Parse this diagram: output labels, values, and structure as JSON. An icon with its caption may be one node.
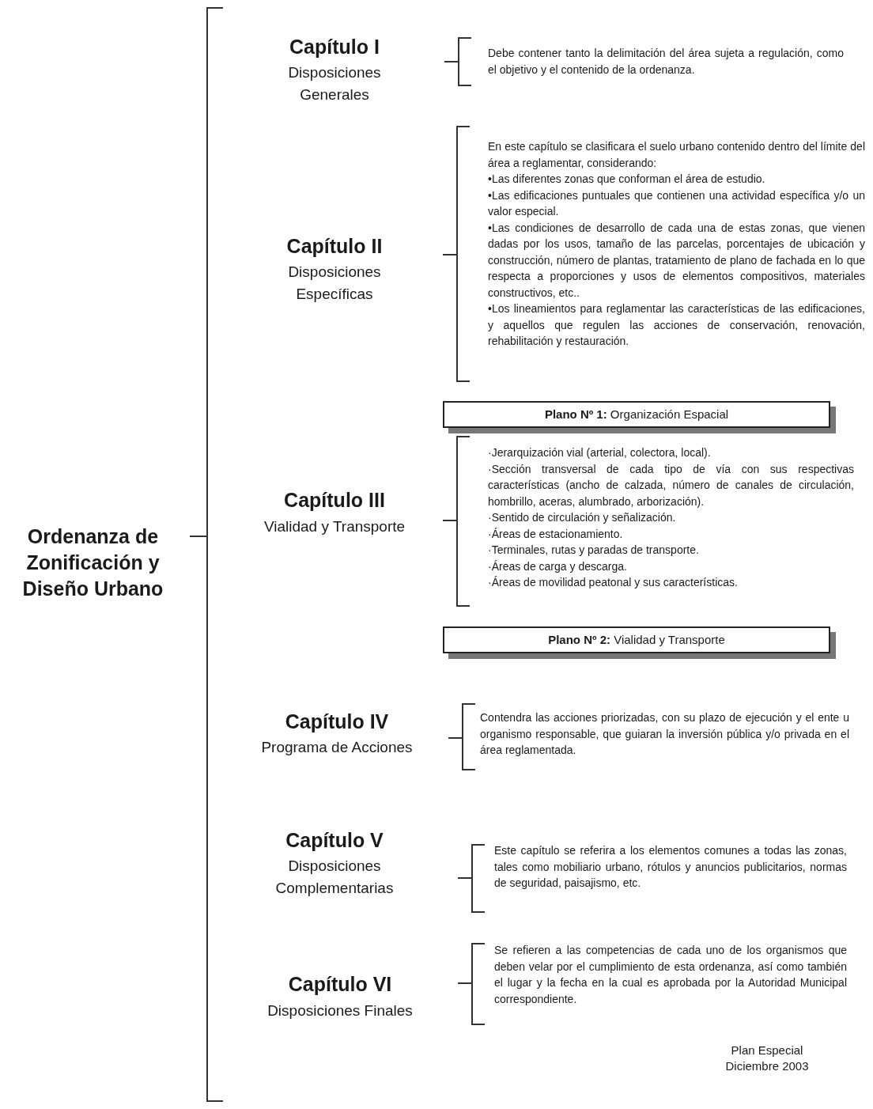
{
  "diagram": {
    "nodes": [
      {
        "text": [
          "**Plano Nº 1:** Organización Espacial"
        ]
      },
      {
        "text": [
          "**Plano Nº 2:** Vialidad y Transporte"
        ]
      }
    ],
    "labels": [
      "Ordenanza de Zonificación y Diseño Urbano",
      "Capítulo I",
      "Disposiciones Generales",
      "Debe contener tanto la delimitación del área sujeta a regulación, como el objetivo y el contenido de la ordenanza.",
      "Capítulo II",
      "Disposiciones Específicas",
      "En este capítulo se clasificara el suelo urbano contenido dentro del límite del área a reglamentar, considerando:",
      "•Las diferentes zonas que conforman el área de estudio.",
      "•Las edificaciones puntuales que contienen una actividad específica y/o un valor especial.",
      "•Las condiciones de desarrollo de cada una de estas zonas, que vienen dadas por los usos, tamaño de las parcelas, porcentajes de ubicación y construcción, número de plantas, tratamiento de plano de fachada en lo que respecta a proporciones y usos de elementos compositivos, materiales constructivos, etc..",
      "•Los lineamientos para reglamentar las características de las edificaciones, y aquellos que regulen las acciones de conservación, renovación, rehabilitación y restauración.",
      "Capítulo III",
      "Vialidad y Transporte",
      "·Jerarquización vial (arterial, colectora, local).",
      "·Sección transversal de cada tipo de vía con sus respectivas características (ancho de calzada, número de canales de circulación, hombrillo, aceras, alumbrado, arborización).",
      "·Sentido de circulación y señalización.",
      "·Áreas de estacionamiento.",
      "·Terminales, rutas y paradas de transporte.",
      "·Áreas de carga y descarga.",
      "·Áreas de movilidad peatonal y sus características.",
      "Capítulo IV",
      "Programa de Acciones",
      "Contendra las acciones priorizadas, con su plazo de ejecución y el ente u organismo responsable, que guiaran la inversión pública y/o privada en el área reglamentada.",
      "Capítulo V",
      "Disposiciones Complementarias",
      "Este capítulo se referira a los elementos comunes a todas las zonas, tales como mobiliario urbano, rótulos y anuncios publicitarios, normas de seguridad, paisajismo, etc.",
      "Capítulo VI",
      "Disposiciones Finales",
      "Se refieren a las competencias de cada uno de los organismos que deben velar por el cumplimiento de esta ordenanza, así como también el lugar y la fecha en la cual es aprobada por la Autoridad Municipal correspondiente.",
      "Plan Especial",
      "Diciembre 2003"
    ]
  }
}
